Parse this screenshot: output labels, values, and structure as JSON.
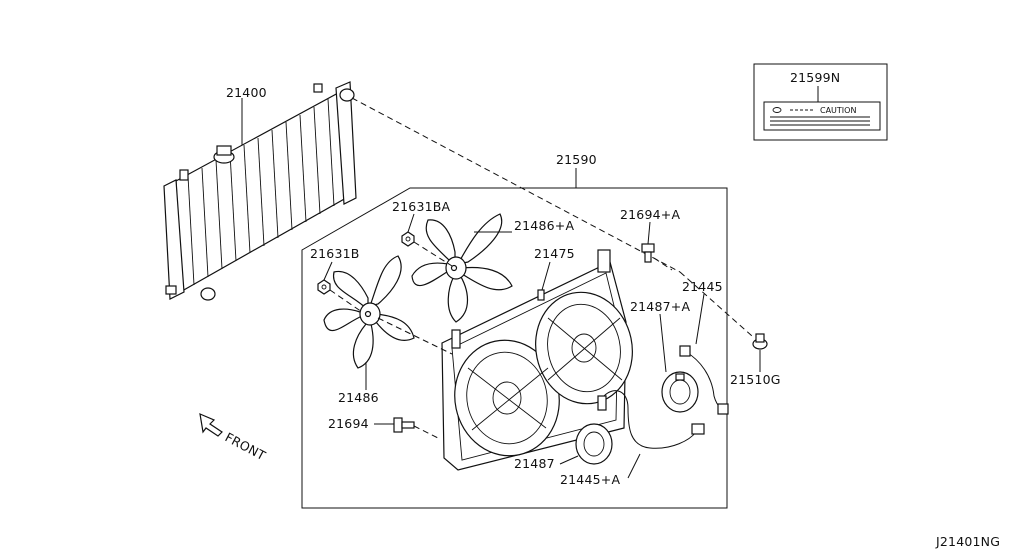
{
  "diagram_code": "J21401NG",
  "front_label": "FRONT",
  "caution_text": "CAUTION",
  "parts": {
    "radiator": "21400",
    "caution_label": "21599N",
    "fan_shroud_assembly": "21590",
    "nut_upper": "21631BA",
    "fan_upper": "21486+A",
    "screw_upper": "21694+A",
    "nut_lower": "21631B",
    "shroud": "21475",
    "harness_right": "21445",
    "motor_upper": "21487+A",
    "bolt": "21510G",
    "fan_lower": "21486",
    "screw_lower": "21694",
    "motor_lower": "21487",
    "harness_lower": "21445+A"
  }
}
